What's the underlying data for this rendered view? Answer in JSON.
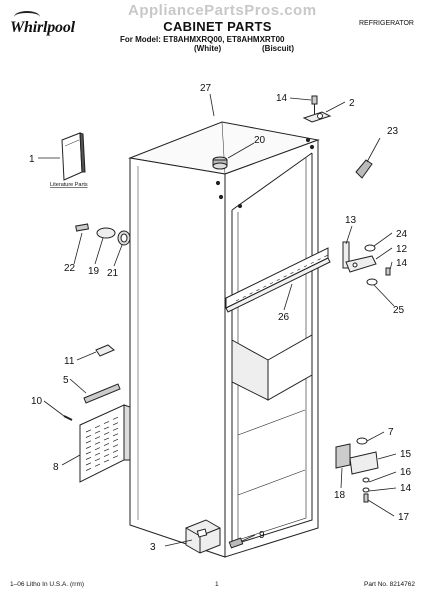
{
  "header": {
    "brand": "Whirlpool",
    "watermark": "AppliancePartsPros.com",
    "title": "CABINET PARTS",
    "model_line": "For Model: ET8AHMXRQ00, ET8AHMXRT00",
    "variant_white": "(White)",
    "variant_biscuit": "(Biscuit)",
    "category": "REFRIGERATOR"
  },
  "callouts": [
    "1",
    "2",
    "3",
    "5",
    "7",
    "8",
    "9",
    "10",
    "11",
    "12",
    "13",
    "14",
    "14",
    "14",
    "15",
    "16",
    "17",
    "18",
    "19",
    "20",
    "21",
    "22",
    "23",
    "24",
    "25",
    "26",
    "27"
  ],
  "literature_label": "Literature Parts",
  "footer": {
    "litho": "1–06 Litho In U.S.A. (rrm)",
    "page": "1",
    "part_no": "Part No. 8214762"
  }
}
